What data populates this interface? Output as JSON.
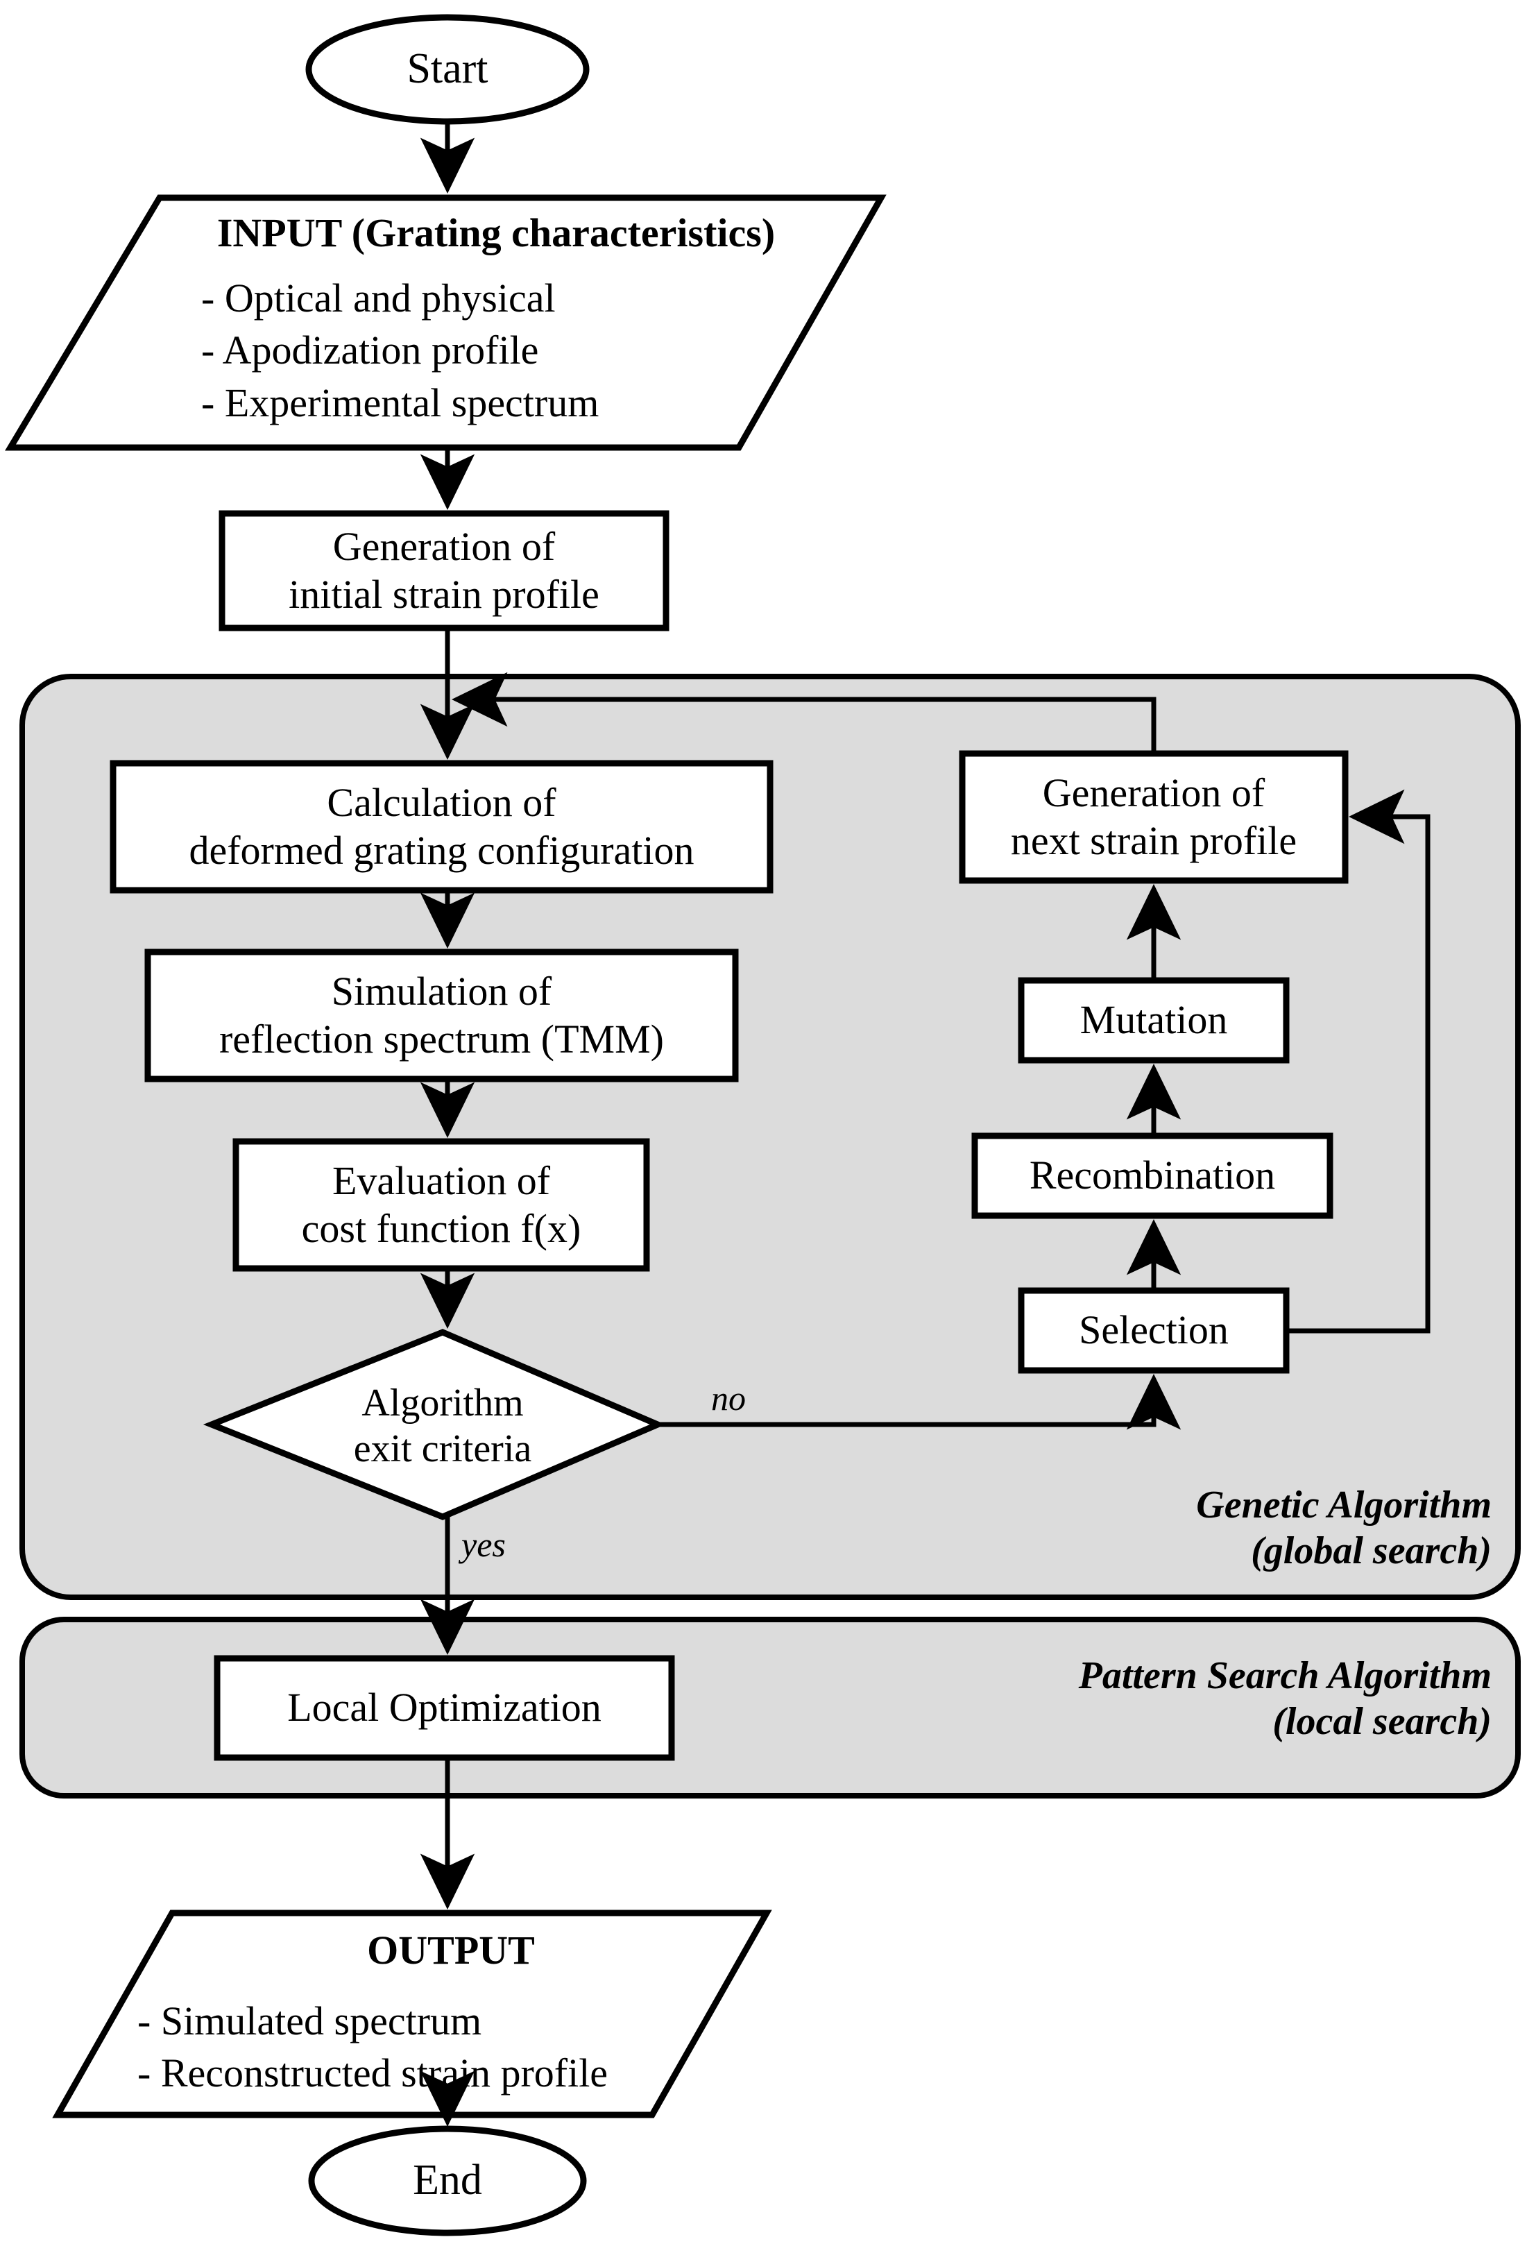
{
  "diagram": {
    "title": "Strain profile reconstruction algorithm flowchart",
    "colors": {
      "stroke": "#000000",
      "node_fill": "#ffffff",
      "region_fill": "#dcdcdc",
      "background": "#ffffff"
    }
  },
  "nodes": {
    "start": {
      "label": "Start",
      "shape": "ellipse"
    },
    "input": {
      "shape": "parallelogram",
      "title": "INPUT (Grating characteristics)",
      "items": [
        "- Optical and physical",
        "- Apodization profile",
        "- Experimental spectrum"
      ]
    },
    "initial_profile": {
      "shape": "rect",
      "line1": "Generation of",
      "line2": "initial strain profile"
    },
    "calculation": {
      "shape": "rect",
      "line1": "Calculation of",
      "line2": "deformed grating configuration"
    },
    "simulation": {
      "shape": "rect",
      "line1": "Simulation of",
      "line2": "reflection spectrum (TMM)"
    },
    "evaluation": {
      "shape": "rect",
      "line1": "Evaluation of",
      "line2": "cost function f(x)"
    },
    "exit_criteria": {
      "shape": "diamond",
      "line1": "Algorithm",
      "line2": "exit criteria"
    },
    "next_profile": {
      "shape": "rect",
      "line1": "Generation of",
      "line2": "next strain profile"
    },
    "mutation": {
      "shape": "rect",
      "label": "Mutation"
    },
    "recombination": {
      "shape": "rect",
      "label": "Recombination"
    },
    "selection": {
      "shape": "rect",
      "label": "Selection"
    },
    "local_optimization": {
      "shape": "rect",
      "label": "Local Optimization"
    },
    "output": {
      "shape": "parallelogram",
      "title": "OUTPUT",
      "items": [
        "- Simulated spectrum",
        "- Reconstructed strain profile"
      ]
    },
    "end": {
      "label": "End",
      "shape": "ellipse"
    }
  },
  "edge_labels": {
    "no": "no",
    "yes": "yes"
  },
  "regions": {
    "genetic_algorithm": {
      "line1": "Genetic Algorithm",
      "line2": "(global search)"
    },
    "pattern_search": {
      "line1": "Pattern Search Algorithm",
      "line2": "(local search)"
    }
  }
}
